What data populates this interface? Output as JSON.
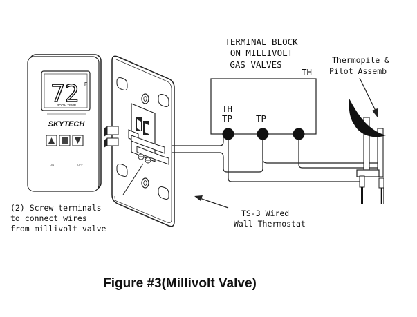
{
  "labels": {
    "terminal_block": [
      "TERMINAL BLOCK",
      "ON MILLIVOLT",
      "GAS VALVES"
    ],
    "th_corner": "TH",
    "th_tp": [
      "TH",
      "TP"
    ],
    "tp": "TP",
    "thermopile": [
      "Thermopile &",
      "Pilot Assemb"
    ],
    "screw_terminals": [
      "(2) Screw terminals",
      "to connect wires",
      "from millivolt valve"
    ],
    "ts3": [
      "TS-3 Wired",
      "Wall Thermostat"
    ]
  },
  "thermostat": {
    "temp": "72",
    "unit": "F",
    "sub": "ROOM TEMP",
    "brand": "SKYTECH",
    "left_mark": "ON",
    "right_mark": "OFF"
  },
  "caption": "Figure #3(Millivolt Valve)"
}
